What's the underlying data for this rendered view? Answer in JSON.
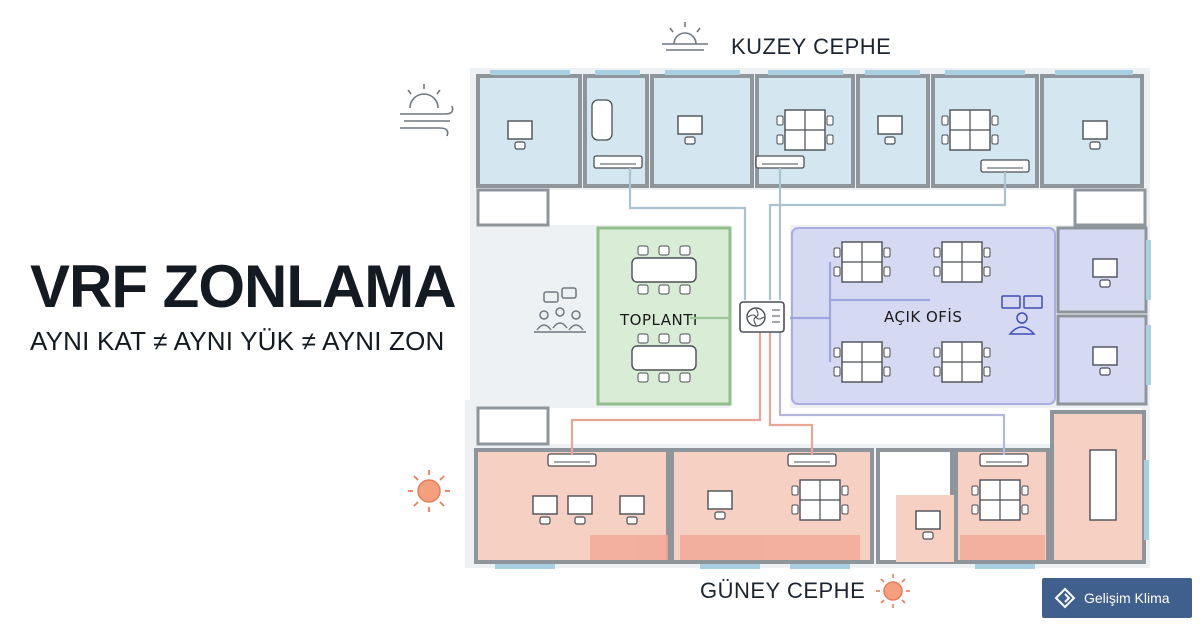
{
  "headline": {
    "title": "VRF ZONLAMA",
    "subtitle": "AYNI KAT ≠ AYNI YÜK ≠ AYNI ZON"
  },
  "facades": {
    "north": "KUZEY CEPHE",
    "south": "GÜNEY CEPHE"
  },
  "zones": {
    "meeting": "TOPLANTI",
    "open_office": "AÇIK OFİS"
  },
  "brand": {
    "name": "Gelişim Klima"
  },
  "colors": {
    "north_zone": "#d4e6ef",
    "meeting_zone": "#d9ecd6",
    "open_office_zone": "#d6d9f2",
    "south_zone": "#f7d0c4",
    "wall": "#8e969c",
    "brand_bg": "#3f5f8c"
  },
  "icons": [
    "sun-icon",
    "wind-sun-icon",
    "meeting-people-icon",
    "workstation-people-icon",
    "vrf-outdoor-unit-icon",
    "brand-logo-icon"
  ]
}
